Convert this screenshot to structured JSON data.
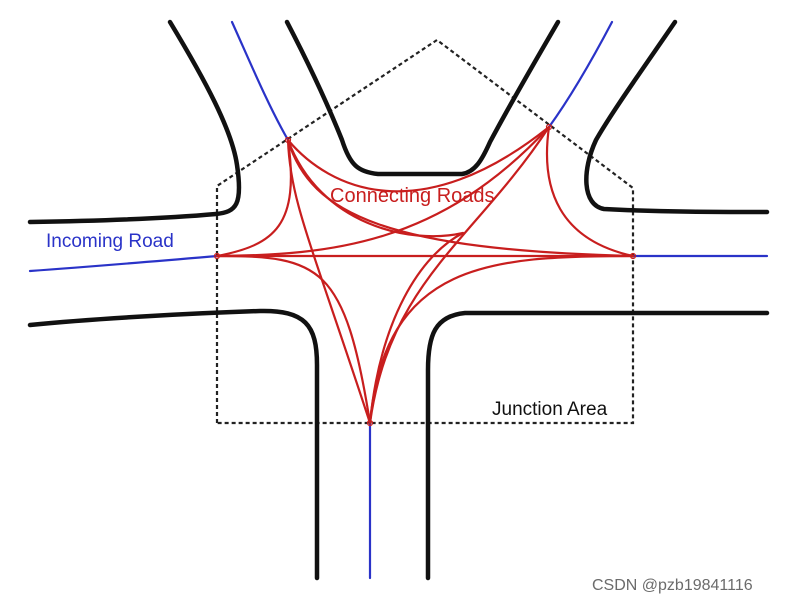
{
  "labels": {
    "connecting_roads": "Connecting Roads",
    "incoming_road": "Incoming Road",
    "junction_area": "Junction Area"
  },
  "watermark": "CSDN @pzb19841116",
  "colors": {
    "road_edge": "#111111",
    "lane_center": "#2a33c8",
    "connecting_road": "#c81e1e",
    "junction_boundary": "#222222",
    "incoming_label": "#2a33c8",
    "connecting_label": "#c81e1e",
    "junction_label": "#111111"
  }
}
